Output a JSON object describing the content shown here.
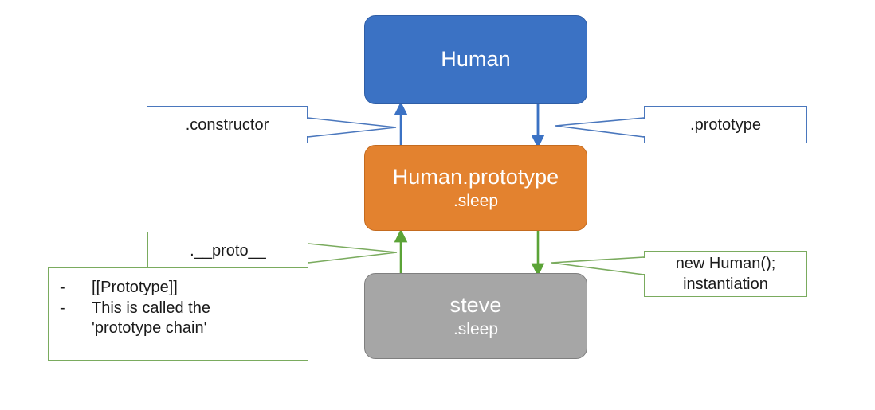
{
  "diagram": {
    "title": "JavaScript prototype chain diagram",
    "colors": {
      "blue_fill": "#3b72c4",
      "blue_stroke": "#2f5ea6",
      "orange_fill": "#e3822f",
      "orange_stroke": "#c46b1f",
      "gray_fill": "#a6a6a6",
      "gray_stroke": "#7f7f7f",
      "blue_callout_border": "#4a77bd",
      "green_callout_border": "#7aab5e",
      "blue_arrow": "#3b72c4",
      "green_arrow": "#5ba337",
      "text_on_node": "#ffffff",
      "text_on_callout": "#1a1a1a"
    },
    "nodes": {
      "human": {
        "title": "Human",
        "sub": ""
      },
      "human_prototype": {
        "title": "Human.prototype",
        "sub": ".sleep"
      },
      "steve": {
        "title": "steve",
        "sub": ".sleep"
      }
    },
    "callouts": {
      "constructor": {
        "label": ".constructor",
        "color": "blue",
        "points_to": "arrow-up-human"
      },
      "prototype": {
        "label": ".prototype",
        "color": "blue",
        "points_to": "arrow-down-human-prototype"
      },
      "proto": {
        "label": ".__proto__",
        "color": "green",
        "points_to": "arrow-up-human-prototype"
      },
      "instantiation": {
        "line1": "new Human();",
        "line2": "instantiation",
        "color": "green",
        "points_to": "arrow-down-steve"
      }
    },
    "note": {
      "bullet_marker": "-",
      "items": [
        "[[Prototype]]",
        "This is called the"
      ],
      "items_continuation": "'prototype chain'"
    },
    "arrows": [
      {
        "name": "constructor-arrow",
        "from": "Human.prototype",
        "to": "Human",
        "direction": "up",
        "color": "#3b72c4"
      },
      {
        "name": "prototype-arrow",
        "from": "Human",
        "to": "Human.prototype",
        "direction": "down",
        "color": "#3b72c4"
      },
      {
        "name": "proto-arrow",
        "from": "steve",
        "to": "Human.prototype",
        "direction": "up",
        "color": "#5ba337"
      },
      {
        "name": "instantiation-arrow",
        "from": "Human.prototype",
        "to": "steve",
        "direction": "down",
        "color": "#5ba337"
      }
    ]
  }
}
